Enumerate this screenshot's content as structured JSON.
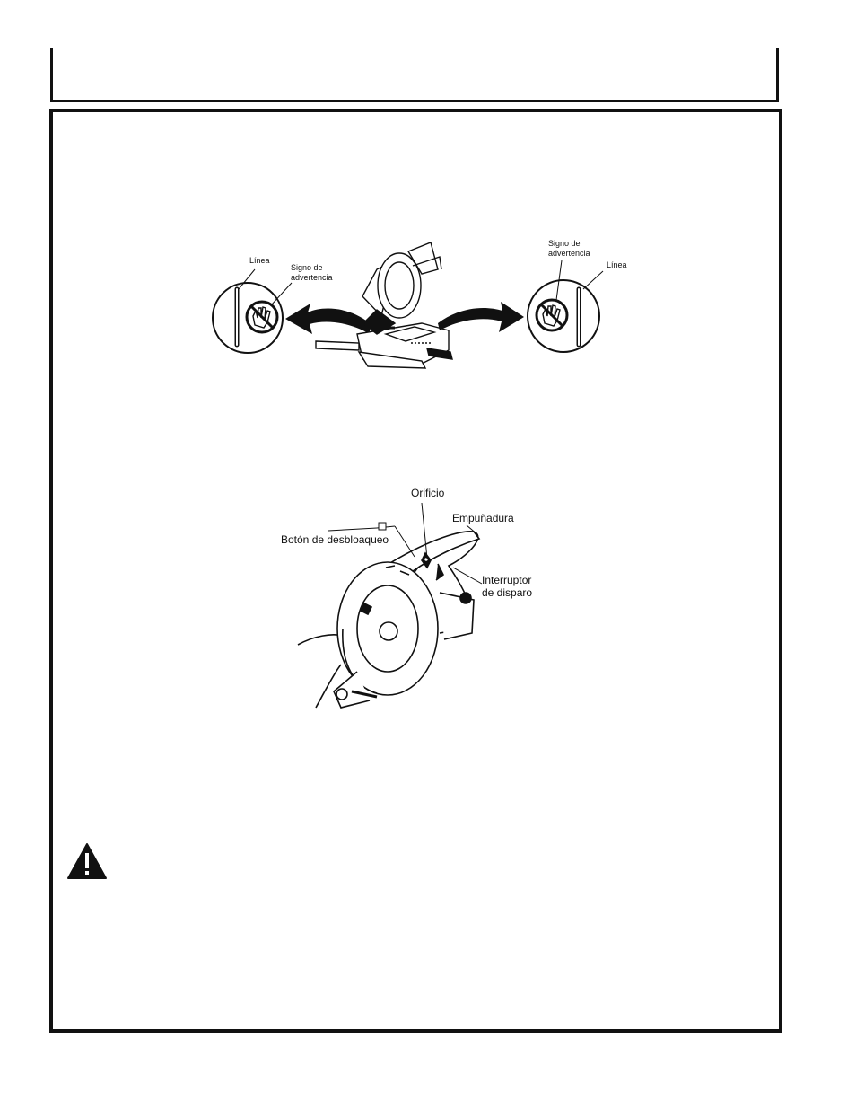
{
  "figure1": {
    "left_line": "Línea",
    "left_sign_1": "Signo de",
    "left_sign_2": "advertencia",
    "right_sign_1": "Signo de",
    "right_sign_2": "advertencia",
    "right_line": "Línea"
  },
  "figure2": {
    "hole": "Orificio",
    "handle": "Empuñadura",
    "release_button": "Botón de desbloaqueo",
    "trigger_1": "Interruptor",
    "trigger_2": "de disparo"
  },
  "icons": {
    "warning": "warning-triangle-icon",
    "no_hands": "no-hands-icon"
  }
}
